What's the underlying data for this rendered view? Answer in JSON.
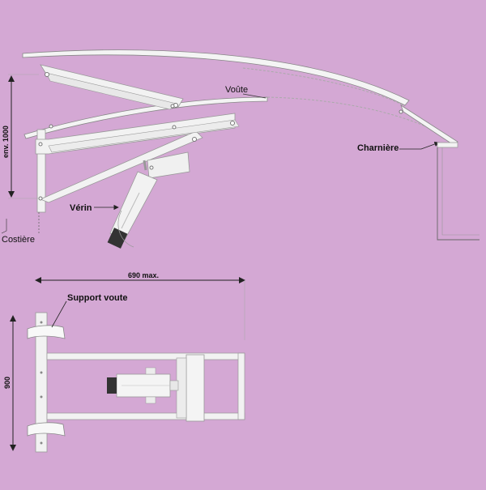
{
  "labels": {
    "voute": "Voûte",
    "charniere": "Charnière",
    "verin": "Vérin",
    "costiere": "Costière",
    "support_voute": "Support voute",
    "height_dim": "env. 1000",
    "width_dim": "690 max.",
    "plan_dim": "900"
  },
  "colors": {
    "background": "#d4a8d4",
    "metal": "#f0f0f0",
    "outline": "#9a9a9a",
    "arrow": "#222222"
  }
}
